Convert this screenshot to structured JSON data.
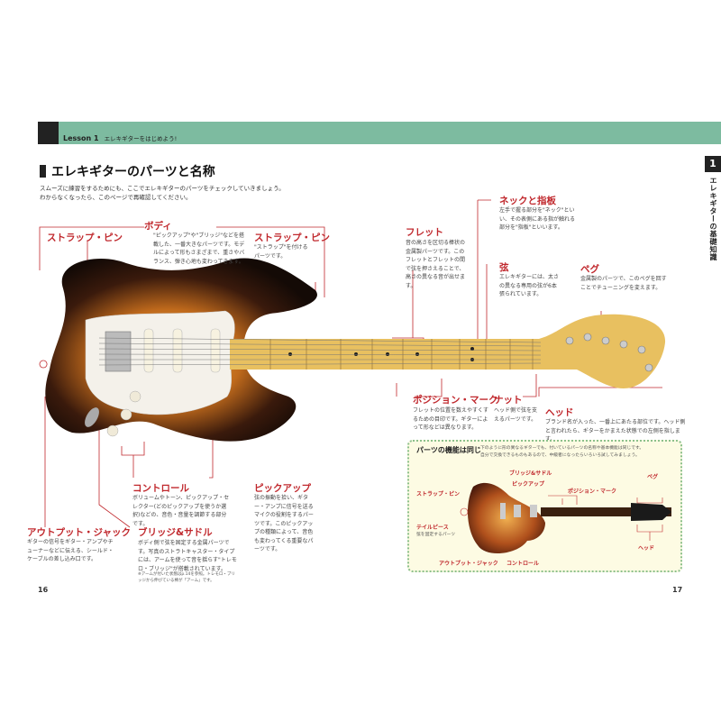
{
  "header": {
    "lesson": "Lesson 1",
    "lesson_sub": "エレキギターをはじめよう!"
  },
  "side_tab": {
    "number": "1",
    "label": "エレキギターの基礎知識"
  },
  "title": "エレキギターのパーツと名称",
  "intro": [
    "スムーズに練習をするためにも、ここでエレキギターのパーツをチェックしていきましょう。",
    "わからなくなったら、このページで再確認してください。"
  ],
  "parts": {
    "body": {
      "name": "ボディ",
      "desc": "\"ピックアップ\"や\"ブリッジ\"などを搭載した、一番大きなパーツです。モデルによって形もさまざまで、重さやバランス、弾き心地も変わってきます。"
    },
    "strap_pin_left": {
      "name": "ストラップ・ピン"
    },
    "strap_pin_right": {
      "name": "ストラップ・ピン",
      "desc": "\"ストラップ\"を付けるパーツです。"
    },
    "fret": {
      "name": "フレット",
      "desc": "音の高さを区切る棒状の金属製パーツです。このフレットとフレットの間で弦を押さえることで、高さの異なる音が出せます。"
    },
    "neck": {
      "name": "ネックと指板",
      "desc": "左手で握る部分を\"ネック\"といい、その表側にある指が触れる部分を\"指板\"といいます。"
    },
    "string": {
      "name": "弦",
      "desc": "エレキギターには、太さの異なる専用の弦が6本張られています。"
    },
    "peg": {
      "name": "ペグ",
      "desc": "金属製のパーツで、このペグを回すことでチューニングを変えます。"
    },
    "position_mark": {
      "name": "ポジション・マーク",
      "desc": "フレットの位置を数えやすくするための目印です。ギターによって形などは異なります。"
    },
    "nut": {
      "name": "ナット",
      "desc": "ヘッド側で弦を支えるパーツです。"
    },
    "head": {
      "name": "ヘッド",
      "desc": "ブランド名が入った、一番上にあたる部位です。ヘッド側と言われたら、ギターをかまえた状態での左側を指します。"
    },
    "control": {
      "name": "コントロール",
      "desc": "ボリュームやトーン、ピックアップ・セレクター(どのピックアップを使うか選択)などの、音色・音量を調節する部分です。"
    },
    "pickup": {
      "name": "ピックアップ",
      "desc": "弦の振動を拾い、ギター・アンプに信号を送るマイクの役割をするパーツです。このピックアップの種類によって、音色も変わってくる重要なパーツです。"
    },
    "output_jack": {
      "name": "アウトプット・ジャック",
      "desc": "ギターの信号をギター・アンプやチューナーなどに伝える、シールド・ケーブルの差し込み口です。"
    },
    "bridge": {
      "name": "ブリッジ&サドル",
      "desc": "ボディ側で弦を固定する金属パーツです。写真のストラトキャスター・タイプには、アームを使って音を揺らす\"トレモロ・ブリッジ\"が搭載されています。",
      "note": "※アームが付いた状態はp.14を参照。トレモロ・ブリッジから伸びている棒が「アーム」です。"
    }
  },
  "box": {
    "title": "パーツの機能は同じ",
    "desc": [
      "下のように形の異なるギターでも、付いているパーツの名称や基本機能は同じです。",
      "自分で交換できるものもあるので、中級者になったらいろいろ試してみましょう。"
    ],
    "labels": {
      "bridge": "ブリッジ&サドル",
      "pickup": "ピックアップ",
      "strap": "ストラップ・ピン",
      "position": "ポジション・マーク",
      "peg": "ペグ",
      "tailpiece": "テイルピース",
      "tailpiece_desc": "弦を固定するパーツ",
      "output": "アウトプット・ジャック",
      "control": "コントロール",
      "head": "ヘッド"
    }
  },
  "page_numbers": {
    "left": "16",
    "right": "17"
  },
  "colors": {
    "accent_red": "#c0282d",
    "band_green": "#7dbba0",
    "box_bg": "#fdfbe3"
  }
}
